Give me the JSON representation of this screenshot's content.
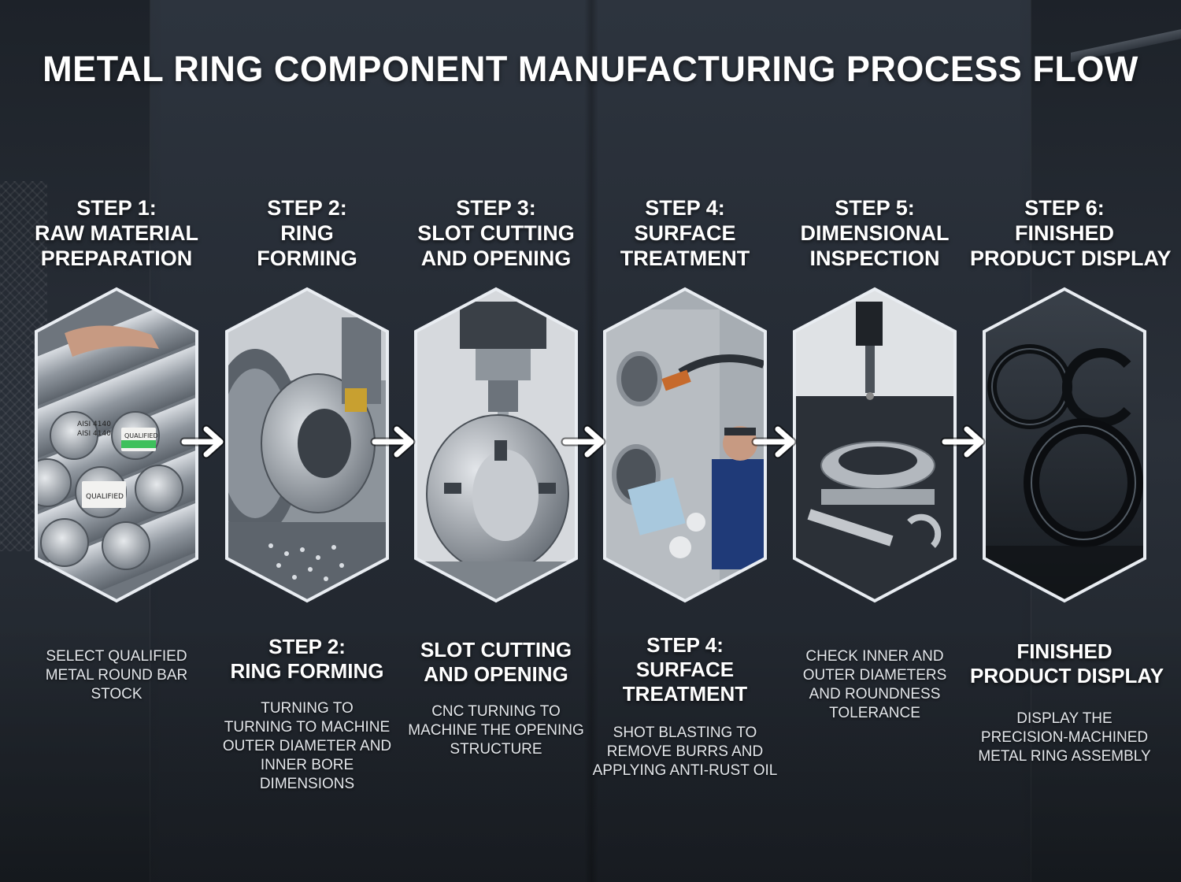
{
  "title": "METAL RING COMPONENT MANUFACTURING PROCESS FLOW",
  "steps": [
    {
      "title_lines": [
        "STEP 1:",
        "RAW MATERIAL",
        "PREPARATION"
      ],
      "photo_labels": [
        "AISI 4140",
        "AISI 4140",
        "QUALIFIED",
        "QUALIFIED"
      ],
      "caption_heading": [],
      "caption_body": [
        "SELECT QUALIFIED",
        "METAL ROUND BAR",
        "STOCK"
      ]
    },
    {
      "title_lines": [
        "STEP 2:",
        "RING",
        "FORMING"
      ],
      "caption_heading": [
        "STEP 2:",
        "RING FORMING"
      ],
      "caption_body": [
        "TURNING TO",
        "TURNING TO MACHINE",
        "OUTER DIAMETER AND",
        "INNER BORE",
        "DIMENSIONS"
      ]
    },
    {
      "title_lines": [
        "STEP 3:",
        "SLOT CUTTING",
        "AND OPENING"
      ],
      "caption_heading": [
        "SLOT CUTTING",
        "AND OPENING"
      ],
      "caption_body": [
        "CNC TURNING TO",
        "MACHINE THE OPENING",
        "STRUCTURE"
      ]
    },
    {
      "title_lines": [
        "STEP 4:",
        "SURFACE",
        "TREATMENT"
      ],
      "caption_heading": [
        "STEP 4:",
        "SURFACE",
        "TREATMENT"
      ],
      "caption_body": [
        "SHOT BLASTING TO",
        "REMOVE BURRS AND",
        "APPLYING ANTI-RUST OIL"
      ]
    },
    {
      "title_lines": [
        "STEP 5:",
        "DIMENSIONAL",
        "INSPECTION"
      ],
      "caption_heading": [],
      "caption_body": [
        "CHECK INNER AND",
        "OUTER DIAMETERS",
        "AND ROUNDNESS",
        "TOLERANCE"
      ]
    },
    {
      "title_lines": [
        "STEP 6:",
        "FINISHED",
        "PRODUCT DISPLAY"
      ],
      "caption_heading": [
        "FINISHED",
        "PRODUCT DISPLAY"
      ],
      "caption_body": [
        "DISPLAY THE",
        "PRECISION-MACHINED",
        "METAL RING ASSEMBLY"
      ]
    }
  ],
  "icons": {
    "arrow": "arrow-right-icon"
  },
  "colors": {
    "background": "#262c35",
    "text": "#ffffff",
    "caption": "#e4e7eb",
    "hex_border": "#e9edf2"
  }
}
